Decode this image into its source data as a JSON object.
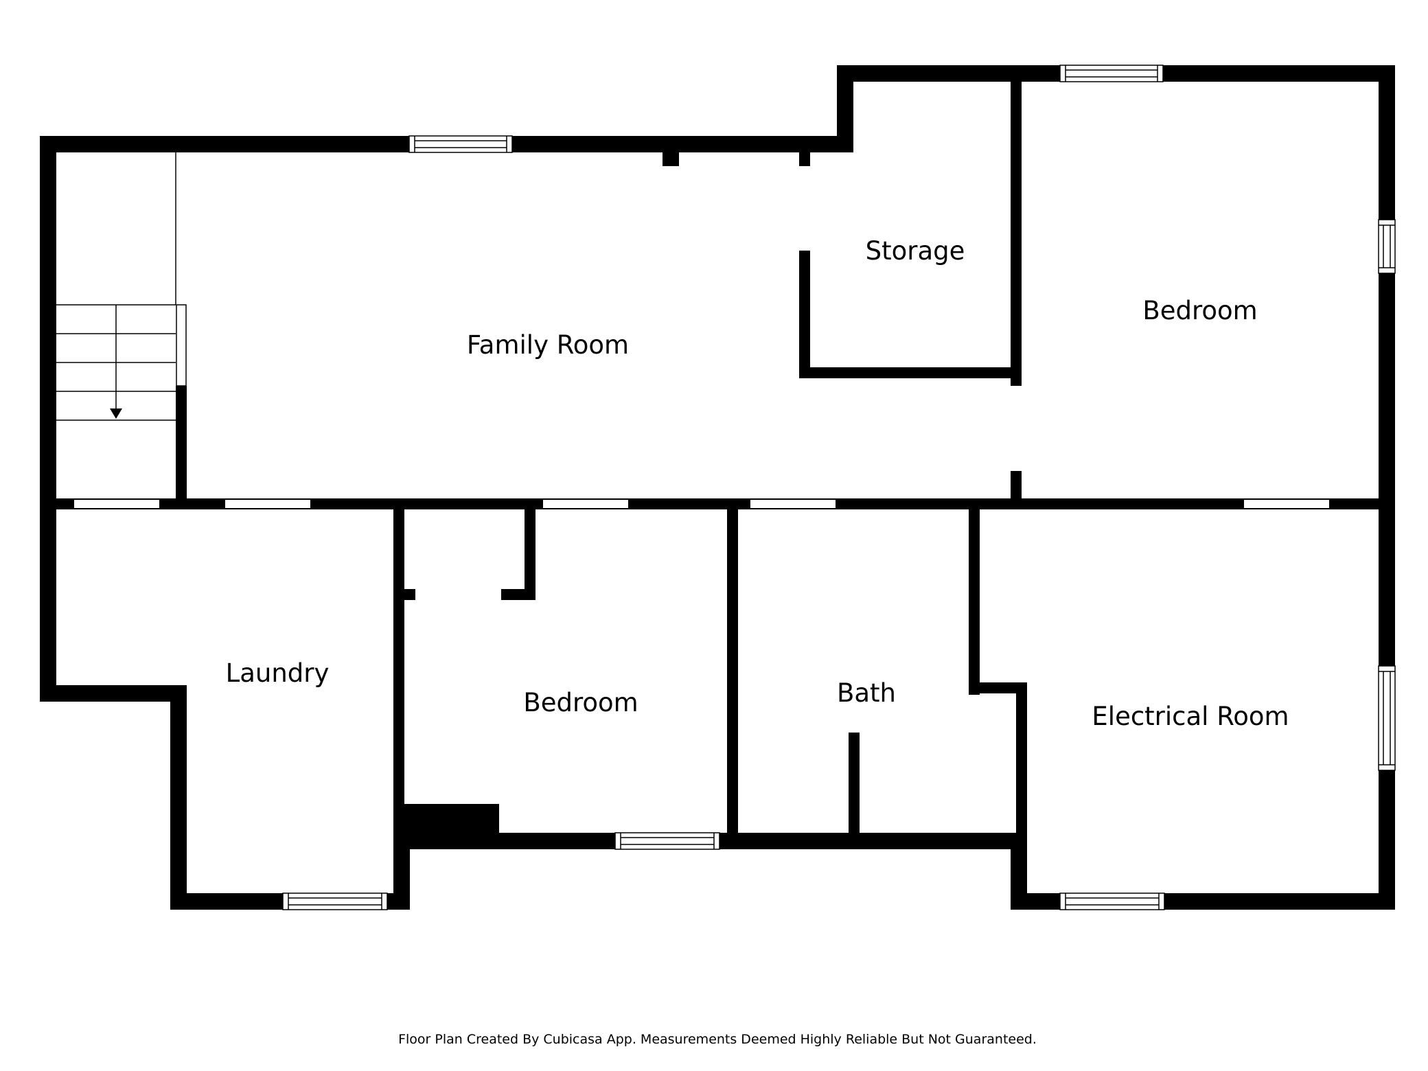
{
  "colors": {
    "wall": "#000000",
    "background": "#ffffff",
    "opening": "#ffffff"
  },
  "rooms": {
    "family_room": "Family Room",
    "storage": "Storage",
    "bedroom_right": "Bedroom",
    "laundry": "Laundry",
    "bedroom_center": "Bedroom",
    "bath": "Bath",
    "electrical_room": "Electrical Room"
  },
  "footer": "Floor Plan Created By Cubicasa App. Measurements Deemed Highly Reliable But Not Guaranteed.",
  "icons": {
    "stairs": "stairs-down-arrow-icon"
  }
}
